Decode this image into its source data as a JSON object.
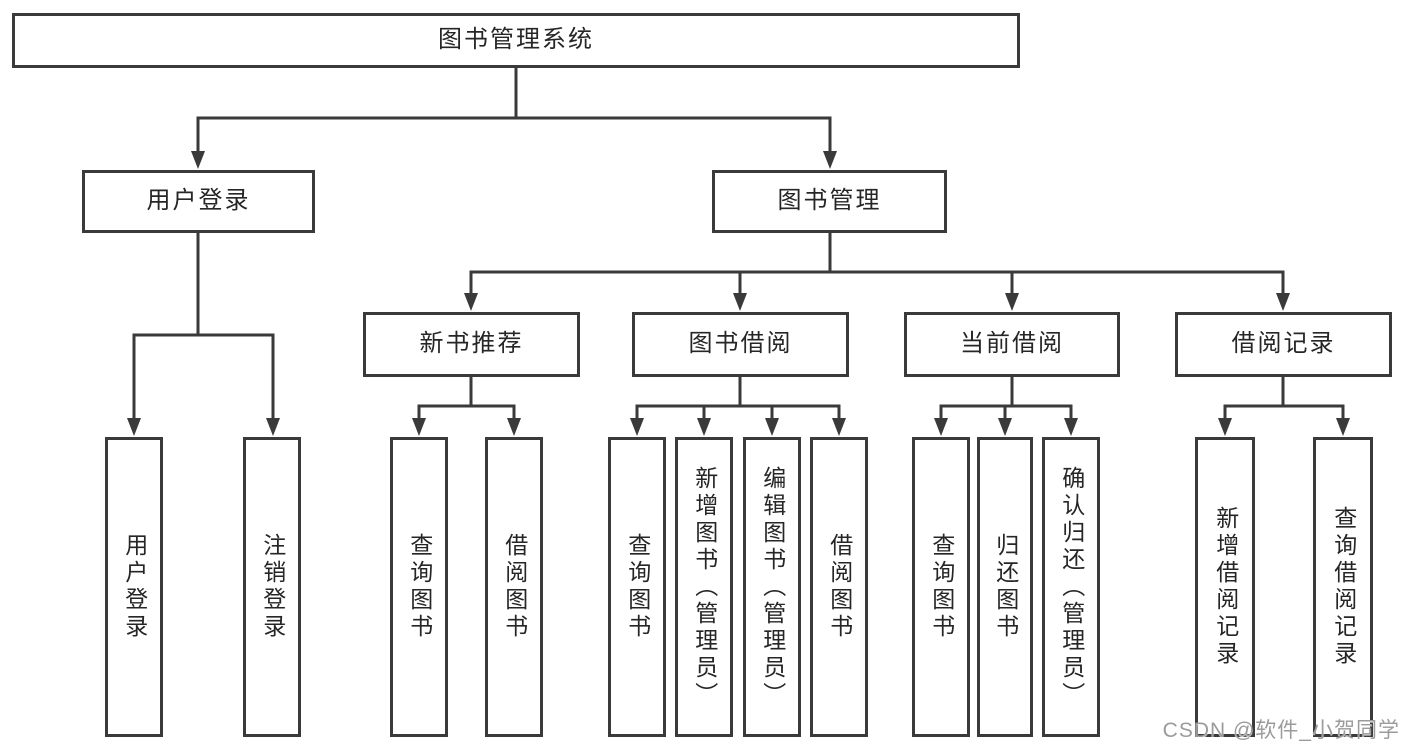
{
  "diagram": {
    "root": {
      "label": "图书管理系统"
    },
    "level2": [
      {
        "label": "用户登录"
      },
      {
        "label": "图书管理"
      }
    ],
    "level3": [
      {
        "label": "新书推荐"
      },
      {
        "label": "图书借阅"
      },
      {
        "label": "当前借阅"
      },
      {
        "label": "借阅记录"
      }
    ],
    "leaves": [
      {
        "label": "用户登录"
      },
      {
        "label": "注销登录"
      },
      {
        "label": "查询图书"
      },
      {
        "label": "借阅图书"
      },
      {
        "label": "查询图书"
      },
      {
        "label": "新增图书（管理员）"
      },
      {
        "label": "编辑图书（管理员）"
      },
      {
        "label": "借阅图书"
      },
      {
        "label": "查询图书"
      },
      {
        "label": "归还图书"
      },
      {
        "label": "确认归还（管理员）"
      },
      {
        "label": "新增借阅记录"
      },
      {
        "label": "查询借阅记录"
      }
    ]
  },
  "watermark": {
    "text": "CSDN @软件_小贺同学"
  },
  "colors": {
    "line": "#3a3a3a",
    "text": "#262626",
    "watermark": "#9b9b9b",
    "background": "#ffffff"
  }
}
